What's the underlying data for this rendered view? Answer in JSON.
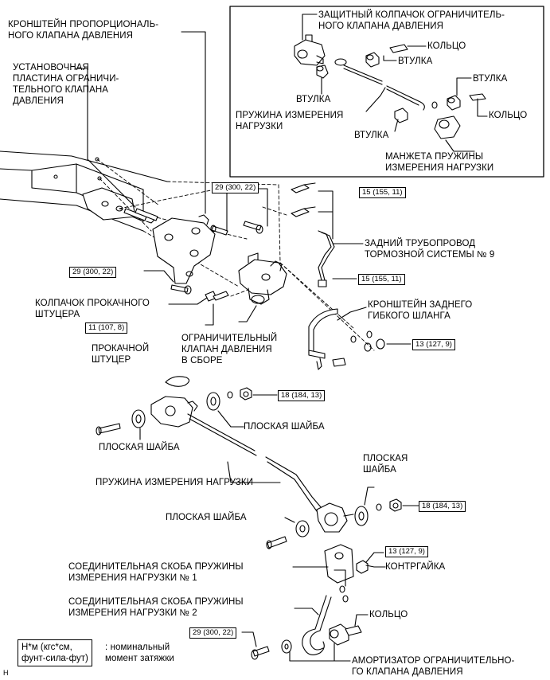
{
  "labels": {
    "bracket_proportioning": "КРОНШТЕЙН ПРОПОРЦИОНАЛЬ-\nНОГО КЛАПАНА ДАВЛЕНИЯ",
    "mounting_plate": "УСТАНОВОЧНАЯ\nПЛАСТИНА ОГРАНИЧИ-\nТЕЛЬНОГО КЛАПАНА\nДАВЛЕНИЯ",
    "protective_cap": "ЗАЩИТНЫЙ КОЛПАЧОК ОГРАНИЧИТЕЛЬ-\nНОГО КЛАПАНА ДАВЛЕНИЯ",
    "ring_top": "КОЛЬЦО",
    "bushing_1": "ВТУЛКА",
    "bushing_2": "ВТУЛКА",
    "bushing_3": "ВТУЛКА",
    "bushing_4": "ВТУЛКА",
    "ring_right": "КОЛЬЦО",
    "load_spring_inset": "ПРУЖИНА ИЗМЕРЕНИЯ\nНАГРУЗКИ",
    "spring_cuff": "МАНЖЕТА ПРУЖИНЫ\nИЗМЕРЕНИЯ НАГРУЗКИ",
    "rear_brake_line": "ЗАДНИЙ ТРУБОПРОВОД\nТОРМОЗНОЙ СИСТЕМЫ № 9",
    "bleeder_cap": "КОЛПАЧОК ПРОКАЧНОГО\nШТУЦЕРА",
    "rear_hose_bracket": "КРОНШТЕЙН ЗАДНЕГО\nГИБКОГО ШЛАНГА",
    "bleeder_plug": "ПРОКАЧНОЙ\nШТУЦЕР",
    "valve_assembly": "ОГРАНИЧИТЕЛЬНЫЙ\nКЛАПАН ДАВЛЕНИЯ\nВ СБОРЕ",
    "flat_washer_1": "ПЛОСКАЯ ШАЙБА",
    "flat_washer_2": "ПЛОСКАЯ ШАЙБА",
    "flat_washer_3": "ПЛОСКАЯ\nШАЙБА",
    "flat_washer_4": "ПЛОСКАЯ ШАЙБА",
    "load_spring_main": "ПРУЖИНА ИЗМЕРЕНИЯ НАГРУЗКИ",
    "link_bracket_1": "СОЕДИНИТЕЛЬНАЯ СКОБА ПРУЖИНЫ\nИЗМЕРЕНИЯ НАГРУЗКИ № 1",
    "locknut": "КОНТРГАЙКА",
    "link_bracket_2": "СОЕДИНИТЕЛЬНАЯ СКОБА ПРУЖИНЫ\nИЗМЕРЕНИЯ НАГРУЗКИ № 2",
    "ring_bottom": "КОЛЬЦО",
    "shock_absorber": "АМОРТИЗАТОР ОГРАНИЧИТЕЛЬНО-\nГО КЛАПАНА ДАВЛЕНИЯ"
  },
  "torques": {
    "t1": "29 (300, 22)",
    "t2": "29 (300, 22)",
    "t3": "15 (155, 11)",
    "t4": "15 (155, 11)",
    "t5": "11 (107, 8)",
    "t6": "13 (127, 9)",
    "t7": "18 (184, 13)",
    "t8": "18 (184, 13)",
    "t9": "13 (127, 9)",
    "t10": "29 (300, 22)"
  },
  "legend": {
    "units": "Н*м (кгс*см,\nфунт-сила-фут)",
    "meaning": ": номинальный\nмомент затяжки",
    "corner_mark": "H"
  }
}
